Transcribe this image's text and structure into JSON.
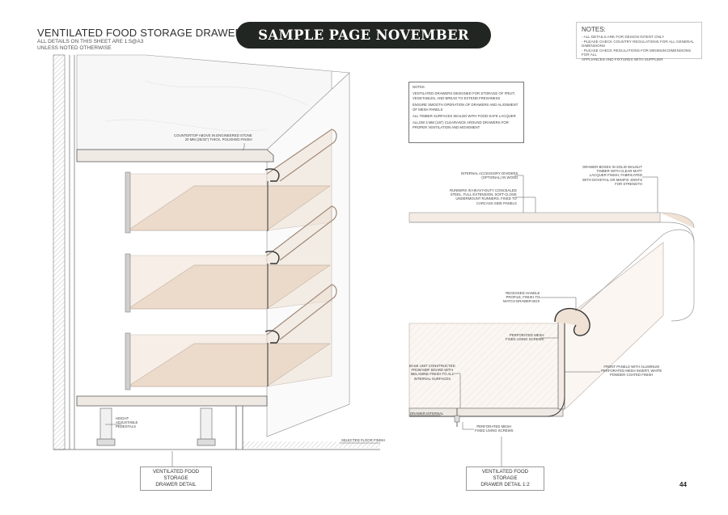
{
  "header": {
    "title": "VENTILATED FOOD STORAGE DRAWER",
    "subtitle_lines": [
      "ALL DETAILS ON THIS SHEET ARE 1:5@A3",
      "UNLESS NOTED OTHERWISE"
    ],
    "banner": "SAMPLE PAGE NOVEMBER"
  },
  "notes_box": {
    "title": "NOTES:",
    "lines": [
      "- ALL DETAILS ARE FOR DESIGN INTENT ONLY",
      "- PLEASE CHECK COUNTRY REGULATIONS FOR ALL GENERAL DIMENSIONS",
      "- PLEASE CHECK REGULATIONS FOR MINIMUM DIMENSIONS FOR ALL",
      "  APPLIANCES AND FIXTURES WITH SUPPLIER"
    ]
  },
  "spec_notes": {
    "title": "NOTES",
    "items": [
      "VENTILATED DRAWERS DESIGNED FOR STORAGE OF FRUIT, VEGETABLES, AND BREAD TO EXTEND FRESHNESS",
      "ENSURE SMOOTH OPERATION OF DRAWERS AND ALIGNMENT OF MESH PANELS",
      "ALL TIMBER SURFACES SEALED WITH FOOD-SAFE LACQUER",
      "ALLOW 3 MM (1/8\") CLEARANCE AROUND DRAWERS FOR PROPER VENTILATION AND MOVEMENT"
    ]
  },
  "left_annotations": {
    "countertop": [
      "COUNTERTOP ABOVE IN ENGINEERED STONE",
      "20 MM (25/32\") THICK, POLISHED FINISH"
    ],
    "pedestals": [
      "HEIGHT",
      "ADJUSTABLE",
      "PEDESTALS"
    ],
    "floor": "SELECTED FLOOR FINISH"
  },
  "right_annotations": {
    "dividers": [
      "INTERNAL ACCESSORY DIVIDERS",
      "(OPTIONAL) IN WOOD"
    ],
    "runners": [
      "RUNNERS IN HEAVY-DUTY CONCEALED",
      "STEEL, FULL EXTENSION, SOFT-CLOSE",
      "UNDERMOUNT RUNNERS, FIXED TO",
      "CARCASS SIDE PANELS"
    ],
    "drawer_boxes": [
      "DRAWER BOXES IN SOLID WALNUT",
      "TIMBER WITH CLEAR MATT",
      "LACQUER FINISH, FABRICATED",
      "WITH DOVETAIL OR MINIFIX JOINTS",
      "FOR STRENGTH"
    ],
    "handle": [
      "RECESSED HANDLE",
      "PROFILE, FINISH TO",
      "MATCH DRAWER BOX"
    ],
    "mesh_top": [
      "PERFORATED MESH",
      "FIXED USING SCREWS"
    ],
    "base_unit": [
      "BASE UNIT CONSTRUCTED",
      "FROM MDF BOARD WITH",
      "MELAMINE FINISH TO ALL",
      "INTERNAL SURFACES"
    ],
    "front_panels": [
      "FRONT PANELS WITH ALUMINUM",
      "PERFORATED MESH INSERT, WHITE",
      "POWDER COATED FINISH"
    ],
    "drawer_internal": "DRAWER INTERNAL",
    "mesh_bottom": [
      "PERFORATED MESH",
      "FIXED USING SCREWS"
    ]
  },
  "captions": {
    "left": [
      "VENTILATED FOOD STORAGE",
      "DRAWER DETAIL"
    ],
    "right": [
      "VENTILATED FOOD STORAGE",
      "DRAWER DETAIL 1:2"
    ]
  },
  "page_number": "44",
  "colors": {
    "banner_bg": "#222623",
    "drawer_fill": "#efe1d4",
    "line": "#555555"
  }
}
